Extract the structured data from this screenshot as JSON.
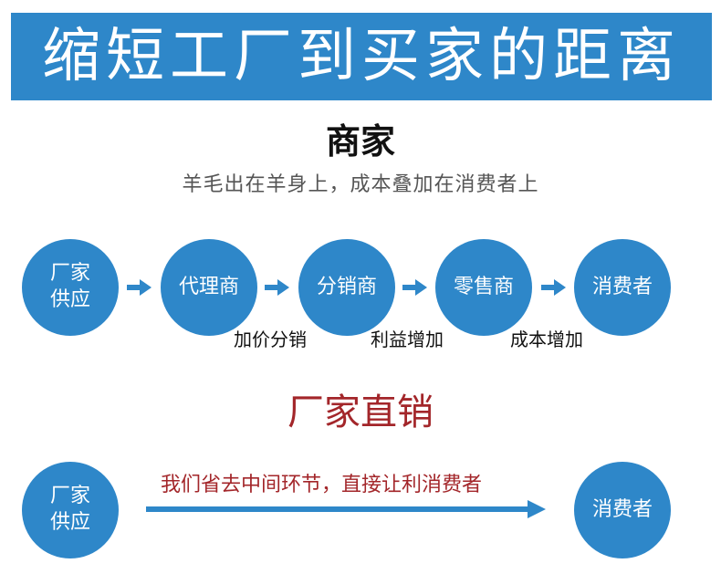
{
  "banner": {
    "title": "缩短工厂到买家的距离"
  },
  "merchant": {
    "title": "商家",
    "subtitle": "羊毛出在羊身上，成本叠加在消费者上",
    "chain": [
      "厂家供应",
      "代理商",
      "分销商",
      "零售商",
      "消费者"
    ],
    "notes": [
      "加价分销",
      "利益增加",
      "成本增加"
    ]
  },
  "direct": {
    "title": "厂家直销",
    "source": "厂家供应",
    "note": "我们省去中间环节，直接让利消费者",
    "target": "消费者"
  },
  "colors": {
    "blue": "#2e87c9",
    "red": "#a3262a"
  },
  "icons": [
    "arrow-right-icon",
    "long-arrow-right-icon"
  ]
}
